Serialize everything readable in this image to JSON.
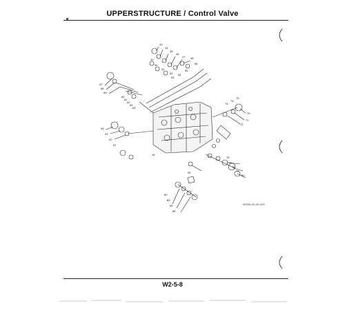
{
  "header": {
    "title": "UPPERSTRUCTURE / Control Valve"
  },
  "figure": {
    "code": "W1B0-02-05-002",
    "labels": [
      "43",
      "44",
      "45",
      "46",
      "47",
      "48",
      "49",
      "50",
      "51",
      "52",
      "53",
      "54",
      "55",
      "56",
      "57",
      "58",
      "59",
      "60",
      "61",
      "62",
      "63",
      "64",
      "65",
      "66",
      "67",
      "68",
      "69",
      "70",
      "71",
      "72",
      "73",
      "74",
      "75",
      "76",
      "77",
      "78",
      "79",
      "80",
      "81",
      "82",
      "83",
      "84",
      "85",
      "86",
      "87",
      "88",
      "89",
      "90",
      "91",
      "92",
      "93",
      "94",
      "95"
    ]
  },
  "footer": {
    "page_number": "W2-5-8"
  }
}
